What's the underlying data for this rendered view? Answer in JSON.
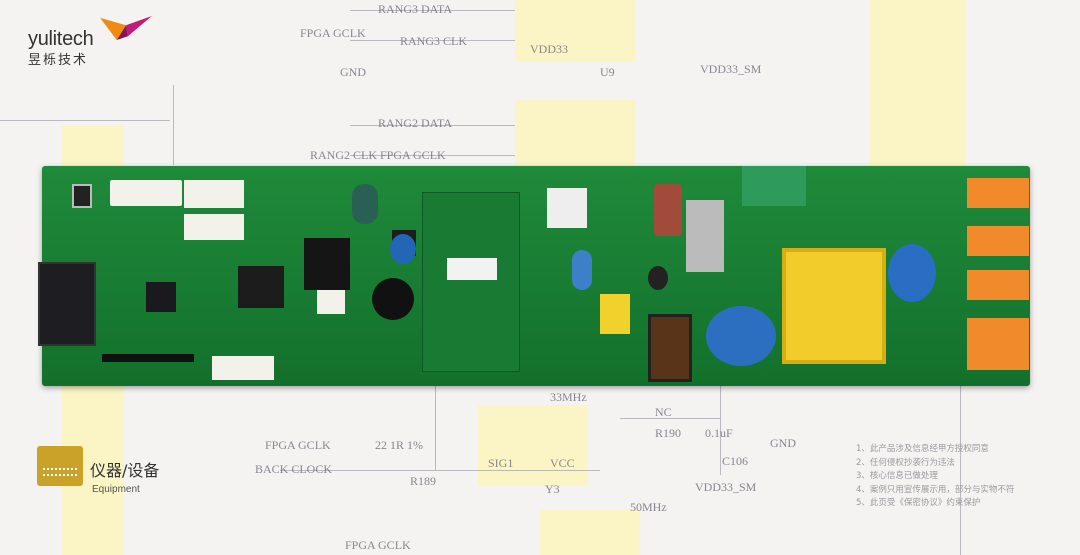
{
  "brand": {
    "name_en": "yulitech",
    "name_cn": "昱栎技术",
    "colors": {
      "orange": "#f18a12",
      "magenta": "#c21b7a"
    }
  },
  "category": {
    "label_cn": "仪器/设备",
    "label_en": "Equipment",
    "icon": "equipment-icon",
    "color": "#c9a227"
  },
  "notes": [
    "1、此产品涉及信息经甲方授权同意",
    "2、任何侵权抄袭行为违法",
    "3、核心信息已做处理",
    "4、案例只用宣传展示用，部分与实物不符",
    "5、此页受《保密协议》约束保护"
  ],
  "schematic": {
    "labels": [
      "RANG3 DATA",
      "RANG3 CLK",
      "FPGA GCLK",
      "VDD33",
      "GND",
      "U9",
      "VDD33_SM",
      "RANG2 DATA",
      "RANG2 CLK FPGA GCLK",
      "33MHz",
      "NC",
      "R190",
      "0.1uF",
      "C106",
      "GND",
      "VCC",
      "SIG1",
      "Y3",
      "BACK CLOCK",
      "FPGA GCLK",
      "22 1R 1%",
      "R189",
      "VDD33_SM",
      "50MHz",
      "FPGA GCLK"
    ]
  }
}
